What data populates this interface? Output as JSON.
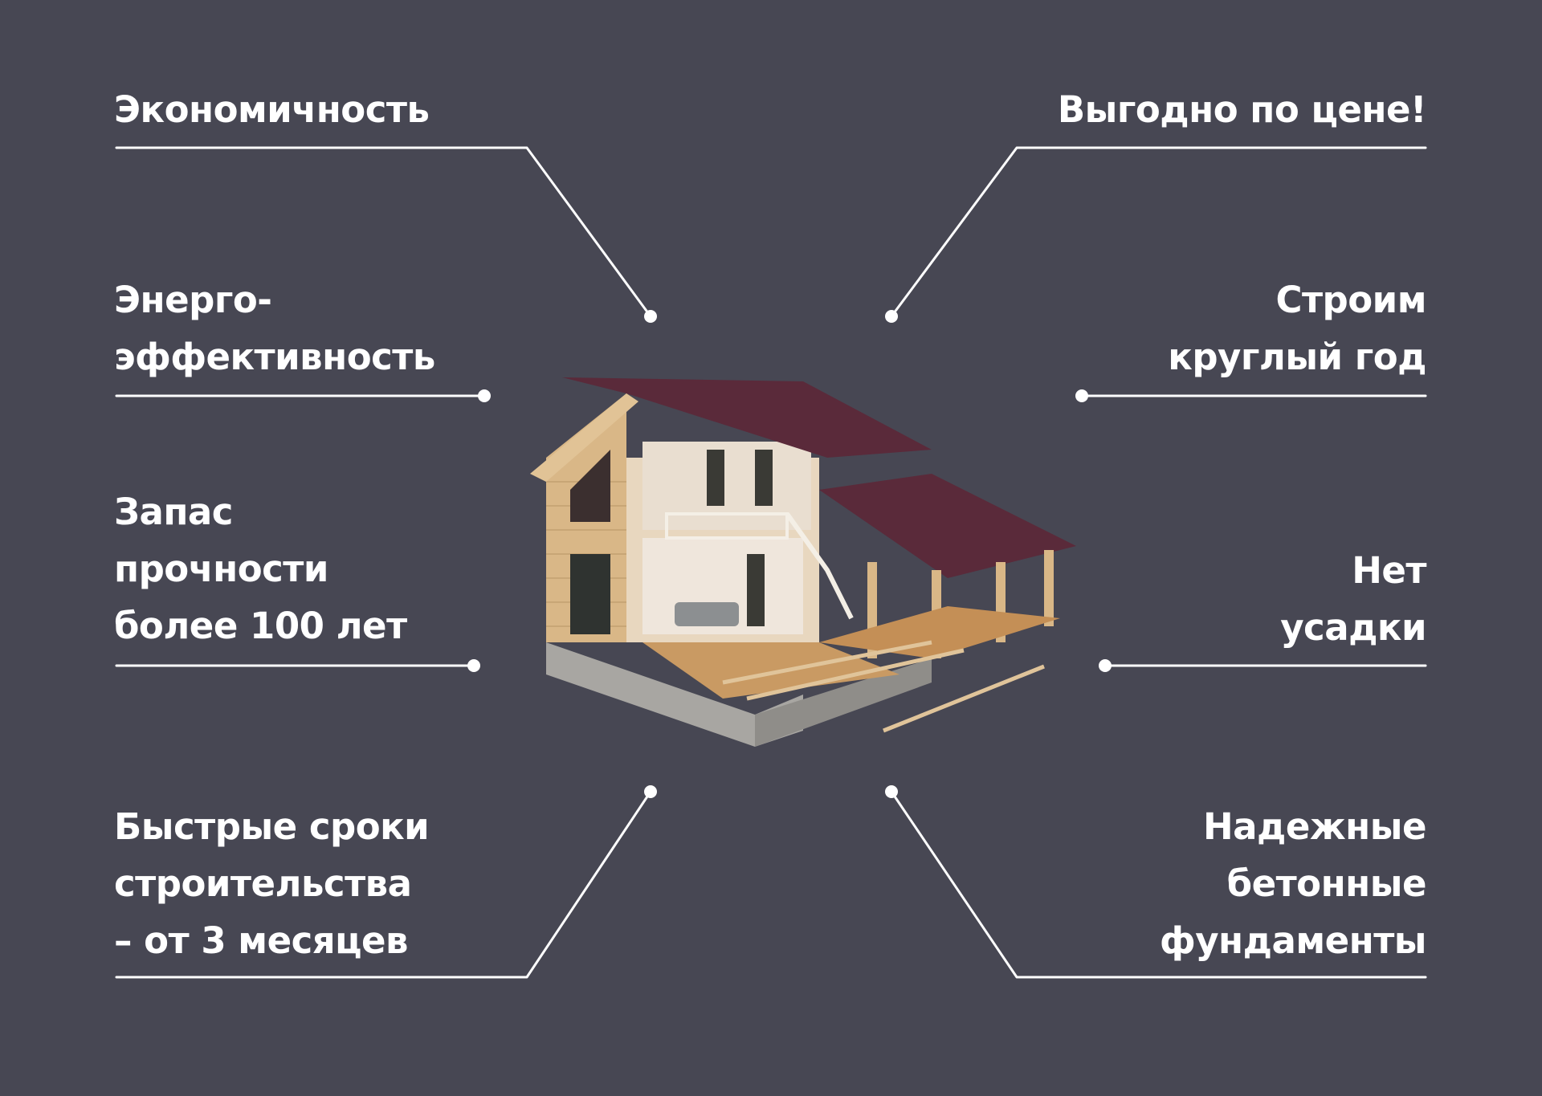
{
  "colors": {
    "background": "#474753",
    "text": "#ffffff",
    "line": "#ffffff",
    "roof": "#5a2a3a",
    "wood": "#d9b787",
    "foundation": "#a8a6a2"
  },
  "image": {
    "name": "house-cutaway-illustration"
  },
  "features": {
    "economy": {
      "lines": [
        "Экономичность"
      ]
    },
    "price": {
      "lines": [
        "Выгодно по цене!"
      ]
    },
    "energy": {
      "lines": [
        "Энерго-",
        "эффективность"
      ]
    },
    "allyear": {
      "lines": [
        "Строим",
        "круглый год"
      ]
    },
    "strength": {
      "lines": [
        "Запас",
        "прочности",
        "более 100 лет"
      ]
    },
    "noshrink": {
      "lines": [
        "Нет",
        "усадки"
      ]
    },
    "speed": {
      "lines": [
        "Быстрые сроки",
        "строительства",
        "– от 3 месяцев"
      ]
    },
    "foundation": {
      "lines": [
        "Надежные",
        "бетонные",
        "фундаменты"
      ]
    }
  }
}
